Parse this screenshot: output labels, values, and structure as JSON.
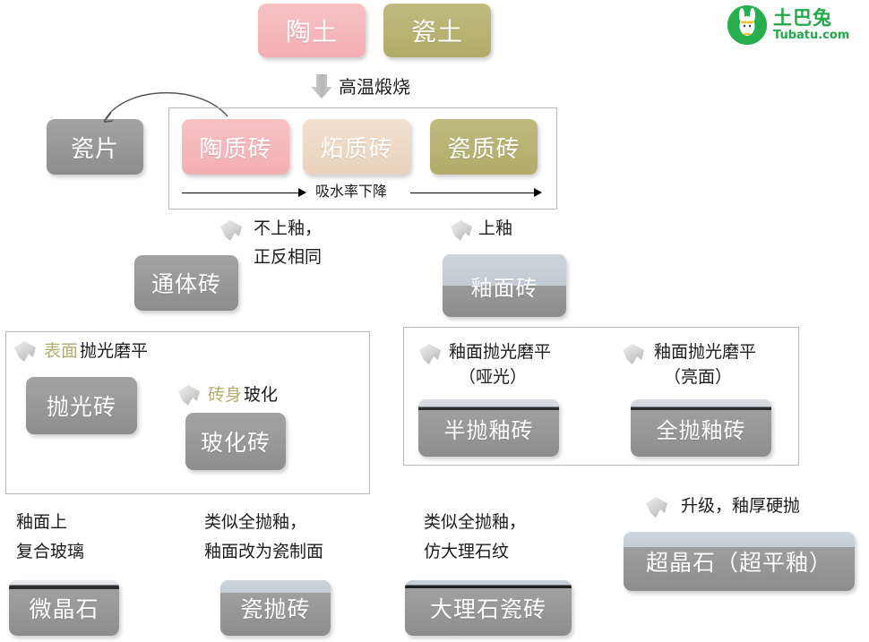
{
  "logo": {
    "cn": "土巴兔",
    "en": "Tubatu.com",
    "brand_color": "#23a94a"
  },
  "colors": {
    "pink": "#f3aeb3",
    "tan": "#ead2bb",
    "olive": "#b2ac6a",
    "gray": "#969696",
    "glaze": "#c6ced6",
    "panel_border": "#b9b9b9",
    "tan_text": "#b3ad72"
  },
  "raw_materials": [
    {
      "label": "陶土",
      "color": "pink"
    },
    {
      "label": "瓷土",
      "color": "olive"
    }
  ],
  "firing": {
    "arrow": "down-block-arrow",
    "label": "高温煅烧"
  },
  "fired_group": {
    "tiles": [
      {
        "label": "陶质砖",
        "color": "pink"
      },
      {
        "label": "炻质砖",
        "color": "tan"
      },
      {
        "label": "瓷质砖",
        "color": "olive"
      }
    ],
    "axis_label": "吸水率下降"
  },
  "side_product": {
    "label": "瓷片"
  },
  "glaze_branch": {
    "unglazed": {
      "marker": "pentagon-arrow",
      "note_line1": "不上釉，",
      "note_line2": "正反相同",
      "tile": "通体砖"
    },
    "glazed": {
      "marker": "pentagon-arrow",
      "note": "上釉",
      "tile": "釉面砖"
    }
  },
  "left_panel": {
    "step1": {
      "marker": "pentagon-arrow",
      "tan_part": "表面",
      "dark_part": "抛光磨平",
      "tile": "抛光砖"
    },
    "step2": {
      "marker": "pentagon-arrow",
      "tan_part": "砖身",
      "dark_part": "玻化",
      "tile": "玻化砖"
    }
  },
  "right_panel": {
    "step1": {
      "marker": "pentagon-arrow",
      "line1": "釉面抛光磨平",
      "line2": "（哑光）",
      "tile": "半抛釉砖"
    },
    "step2": {
      "marker": "pentagon-arrow",
      "line1": "釉面抛光磨平",
      "line2": "（亮面）",
      "tile": "全抛釉砖"
    }
  },
  "bottom_row": [
    {
      "note_line1": "釉面上",
      "note_line2": "复合玻璃",
      "tile": "微晶石"
    },
    {
      "note_line1": "类似全抛釉，",
      "note_line2": "釉面改为瓷制面",
      "tile": "瓷抛砖"
    },
    {
      "note_line1": "类似全抛釉，",
      "note_line2": "仿大理石纹",
      "tile": "大理石瓷砖"
    },
    {
      "marker": "pentagon-arrow",
      "note": "升级，釉厚硬抛",
      "tile": "超晶石（超平釉）"
    }
  ]
}
